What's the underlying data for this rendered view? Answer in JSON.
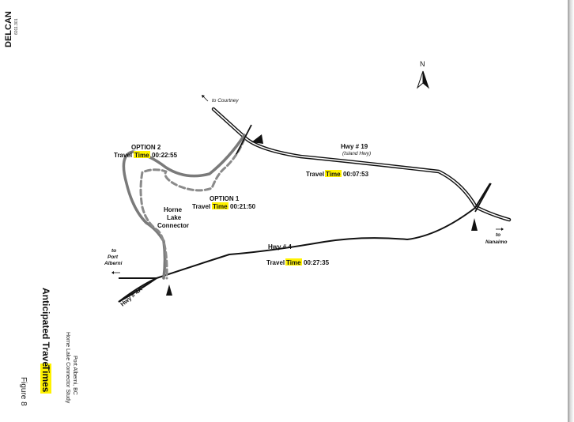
{
  "document_code": "6011.301",
  "logo_text": "DELCAN",
  "north_label": "N",
  "map": {
    "to_courtney": "to Courtney",
    "to_nanaimo": "to Nanaimo",
    "to_port_alberni": [
      "to",
      "Port",
      "Alberni"
    ],
    "hwy19": {
      "name": "Hwy # 19",
      "sub": "(Island Hwy)",
      "travel": "Travel",
      "time_word": "Time",
      "time": "00:07:53"
    },
    "hwy4": {
      "name": "Hwy # 4",
      "travel": "Travel",
      "time_word": "Time",
      "time": "00:27:35"
    },
    "hwy4a": "Hwy # 4A",
    "option2": {
      "name": "OPTION 2",
      "travel": "Travel",
      "time_word": "Time",
      "time": "00:22:55"
    },
    "option1": {
      "name": "OPTION 1",
      "travel": "Travel",
      "time_word": "Time",
      "time": "00:21:50"
    },
    "connector": [
      "Horne",
      "Lake",
      "Connector"
    ]
  },
  "title_block": {
    "title_main": "Anticipated Travel",
    "title_highlight": "Times",
    "study": "Horne Lake Connector Study",
    "location": "Port Alberni, BC",
    "figure": "Figure 8"
  },
  "colors": {
    "highlight": "#fff200",
    "road": "#111111",
    "option2_route": "#7a7a7a",
    "option1_route": "#8a8a8a"
  }
}
